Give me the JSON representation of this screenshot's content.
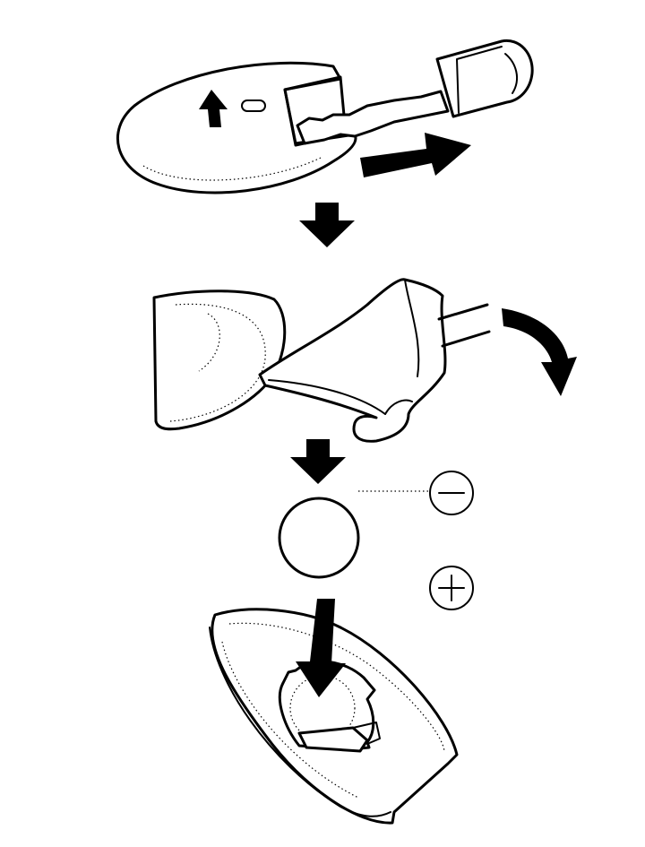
{
  "diagram": {
    "steps": [
      "remove-mechanical-key",
      "pry-open-case",
      "insert-new-battery"
    ],
    "polarity_symbols": [
      "−",
      "+"
    ],
    "colors": {
      "line": "#000000",
      "background": "#ffffff"
    }
  }
}
